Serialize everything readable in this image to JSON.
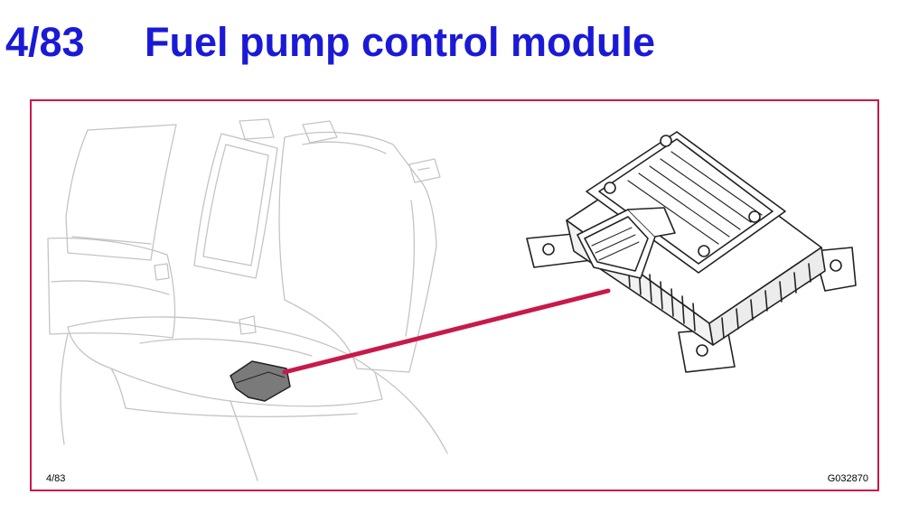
{
  "header": {
    "section_number": "4/83",
    "title": "Fuel pump control module"
  },
  "illustration": {
    "page_ref": "4/83",
    "figure_code": "G032870",
    "colors": {
      "title": "#1a1ad6",
      "frame": "#c8194a",
      "leader_line": "#c8194a",
      "module_fill": "#7a7a7a"
    }
  }
}
